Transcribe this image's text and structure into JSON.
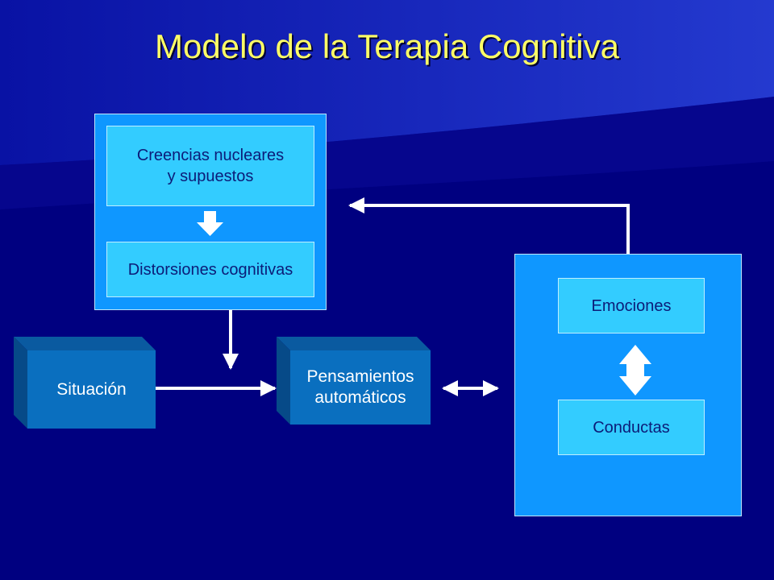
{
  "title": "Modelo de la Terapia Cognitiva",
  "colors": {
    "background": "#000080",
    "title": "#ffff66",
    "panel": "#0f97ff",
    "box": "#33ccff",
    "block": "#0a6fbf",
    "arrow": "#ffffff"
  },
  "nodes": {
    "creencias_line1": "Creencias nucleares",
    "creencias_line2": "y supuestos",
    "distorsiones": "Distorsiones cognitivas",
    "situacion": "Situación",
    "pensamientos_line1": "Pensamientos",
    "pensamientos_line2": "automáticos",
    "emociones": "Emociones",
    "conductas": "Conductas"
  },
  "edges": [
    {
      "from": "creencias",
      "to": "distorsiones",
      "style": "block-arrow"
    },
    {
      "from": "cognitive-panel",
      "to": "situacion-pensamientos-line",
      "style": "arrow"
    },
    {
      "from": "situacion",
      "to": "pensamientos",
      "style": "arrow"
    },
    {
      "from": "pensamientos",
      "to": "emociones-conductas-panel",
      "style": "double-arrow"
    },
    {
      "from": "emociones",
      "to": "conductas",
      "style": "double-block-arrow"
    },
    {
      "from": "emociones-conductas-panel",
      "to": "cognitive-panel",
      "style": "elbow-arrow"
    }
  ]
}
